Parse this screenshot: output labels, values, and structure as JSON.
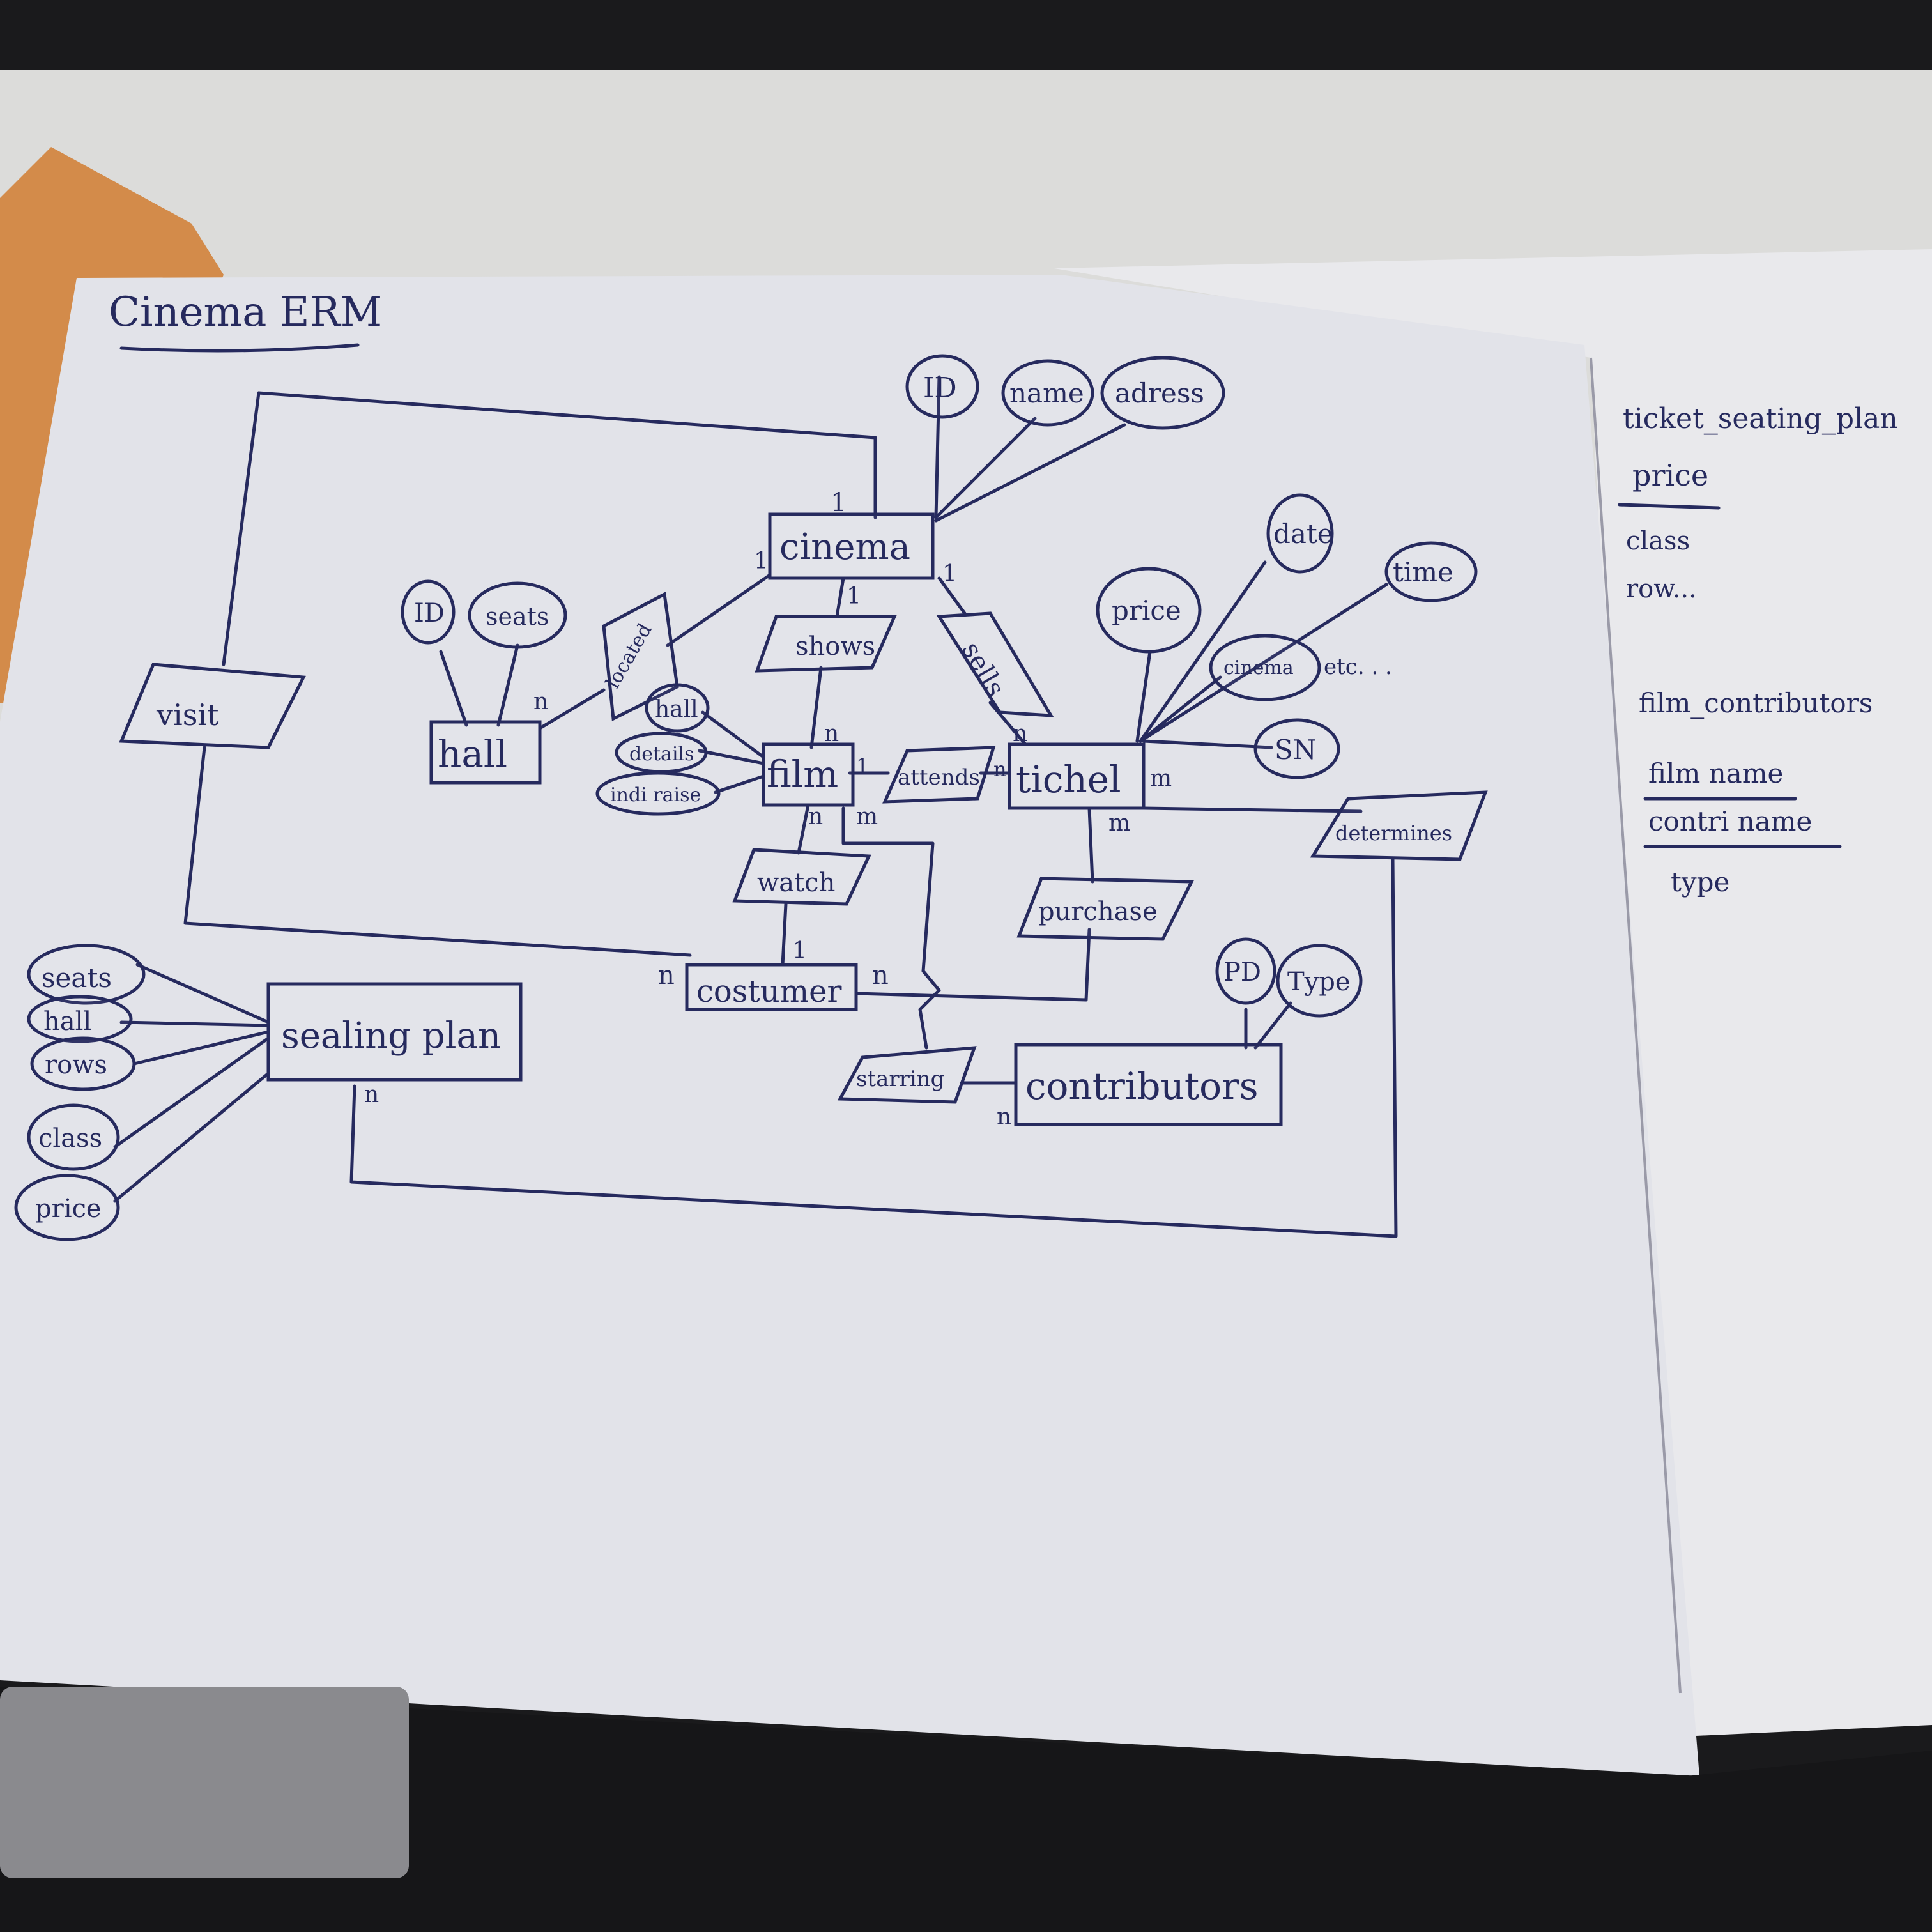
{
  "title": "Cinema ERM",
  "entities": {
    "cinema": "cinema",
    "hall": "hall",
    "film": "film",
    "ticket": "tichel",
    "customer": "costumer",
    "seating_plan": "sealing plan",
    "contributors": "contributors"
  },
  "relationships": {
    "visit": "visit",
    "located": "located",
    "shows": "shows",
    "sells": "sells",
    "attends": "attends",
    "watch": "watch",
    "purchase": "purchase",
    "determines": "determines",
    "starring": "starring"
  },
  "attributes": {
    "cinema_id": "ID",
    "cinema_name": "name",
    "cinema_address": "adress",
    "hall_id": "ID",
    "hall_seats": "seats",
    "film_hall": "hall",
    "film_details": "details",
    "film_indi_raise": "indi raise",
    "ticket_price": "price",
    "ticket_date": "date",
    "ticket_time": "time",
    "ticket_cinema": "cinema",
    "ticket_sn": "SN",
    "contrib_pd": "PD",
    "contrib_type": "Type",
    "plan_seats": "seats",
    "plan_hall": "hall",
    "plan_rows": "rows",
    "plan_class": "class",
    "plan_price": "price"
  },
  "annotations": {
    "etc": "etc. . ."
  },
  "cardinalities": {
    "cinema_visit": "1",
    "cinema_shows": "1",
    "cinema_sells": "1",
    "cinema_located": "1",
    "hall_located": "n",
    "film_shows": "n",
    "film_attends": "1",
    "film_watch": "n",
    "film_starring": "m",
    "ticket_sells": "n",
    "ticket_attends": "n",
    "ticket_determines": "m",
    "ticket_purchase": "m",
    "customer_watch": "1",
    "customer_visit": "n",
    "customer_purchase": "n",
    "plan_determines": "n",
    "contrib_starring": "n"
  },
  "side_notes": {
    "table1_name": "ticket_seating_plan",
    "table1_key": "price",
    "table1_fields": [
      "class",
      "row..."
    ],
    "table2_name": "film_contributors",
    "table2_keys": [
      "film name",
      "contri name"
    ],
    "table2_fields": [
      "type"
    ]
  }
}
